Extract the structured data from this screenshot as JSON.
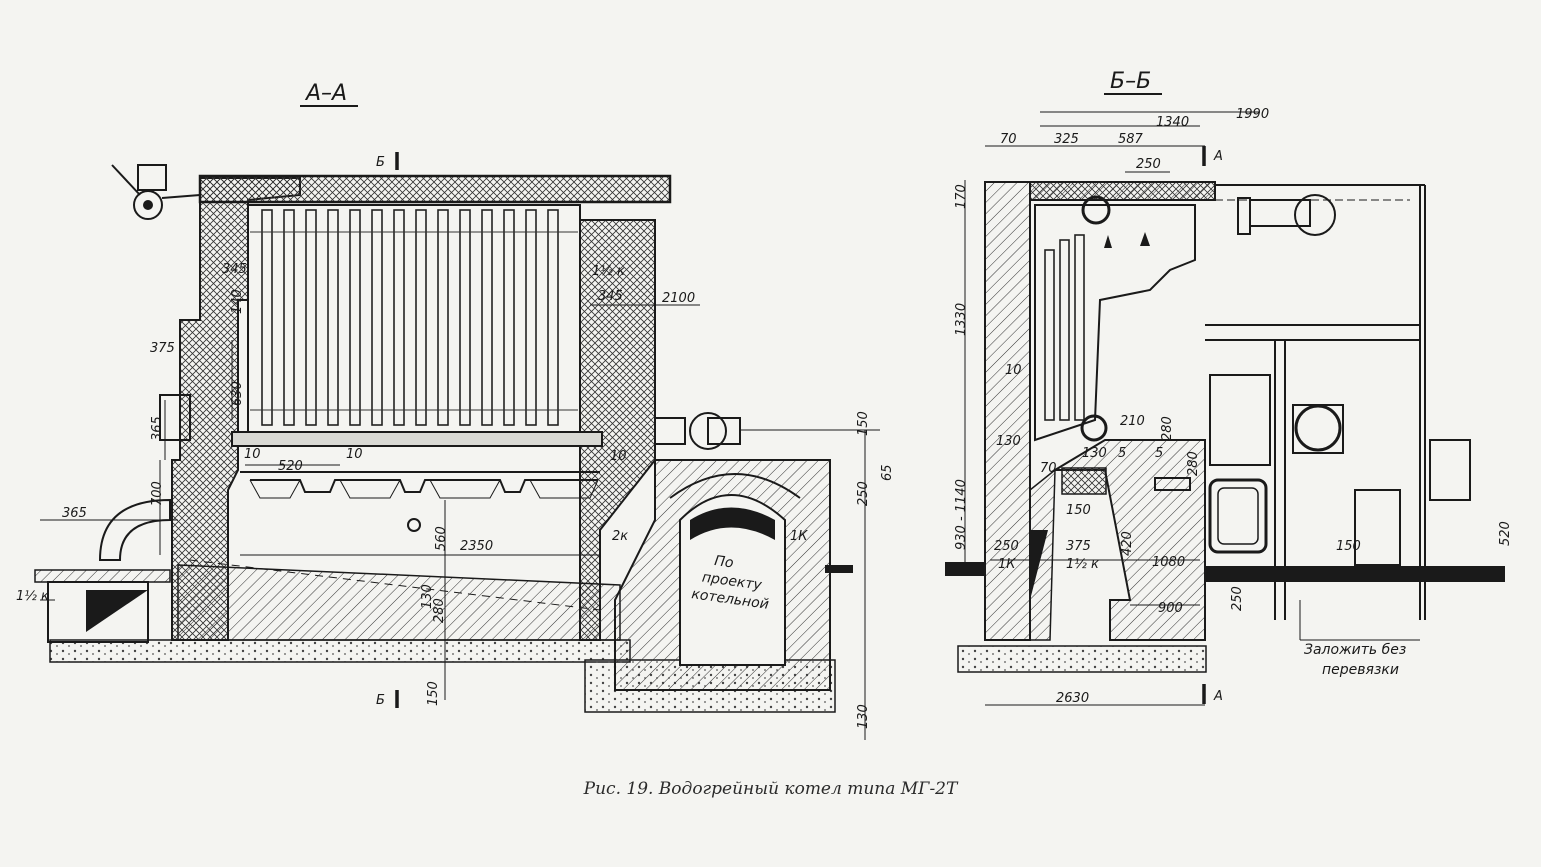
{
  "caption": "Рис. 19. Водогрейный котел типа МГ-2Т",
  "left_view": {
    "section_title": "А–А",
    "cut_marks": [
      "Б",
      "Б"
    ],
    "dims": {
      "d345a": "345",
      "d140": "140",
      "d375": "375",
      "d630": "630",
      "d365a": "365",
      "d700": "700",
      "d365b": "365",
      "d1_2k": "1½ к",
      "d10a": "10",
      "d520": "520",
      "d10b": "10",
      "d10c": "10",
      "d560": "560",
      "d2350": "2350",
      "d2k": "2к",
      "d1k": "1К",
      "d130": "130",
      "d280": "280",
      "d150a": "150",
      "d11_2k": "1½ к",
      "d345b": "345",
      "d2100": "2100",
      "d150b": "150",
      "d65": "65",
      "d250": "250",
      "d130b": "130"
    },
    "note": [
      "По",
      "проекту",
      "котельной"
    ]
  },
  "right_view": {
    "section_title": "Б–Б",
    "cut_marks": [
      "А",
      "А"
    ],
    "dims": {
      "d1990": "1990",
      "d1340": "1340",
      "d70a": "70",
      "d325": "325",
      "d587": "587",
      "d250a": "250",
      "d170": "170",
      "d1330": "1330",
      "d10": "10",
      "d130": "130",
      "d70b": "70",
      "d210": "210",
      "d280a": "280",
      "d130b": "130",
      "d5a": "5",
      "d5b": "5",
      "d280b": "280",
      "d930_1140": "930 - 1140",
      "d150a": "150",
      "d250b": "250",
      "d1k": "1К",
      "d375": "375",
      "d1_2k": "1½ к",
      "d420": "420",
      "d1080": "1080",
      "d900": "900",
      "d250c": "250",
      "d150b": "150",
      "d520": "520",
      "d2630": "2630"
    },
    "note": [
      "Заложить без",
      "перевязки"
    ]
  }
}
